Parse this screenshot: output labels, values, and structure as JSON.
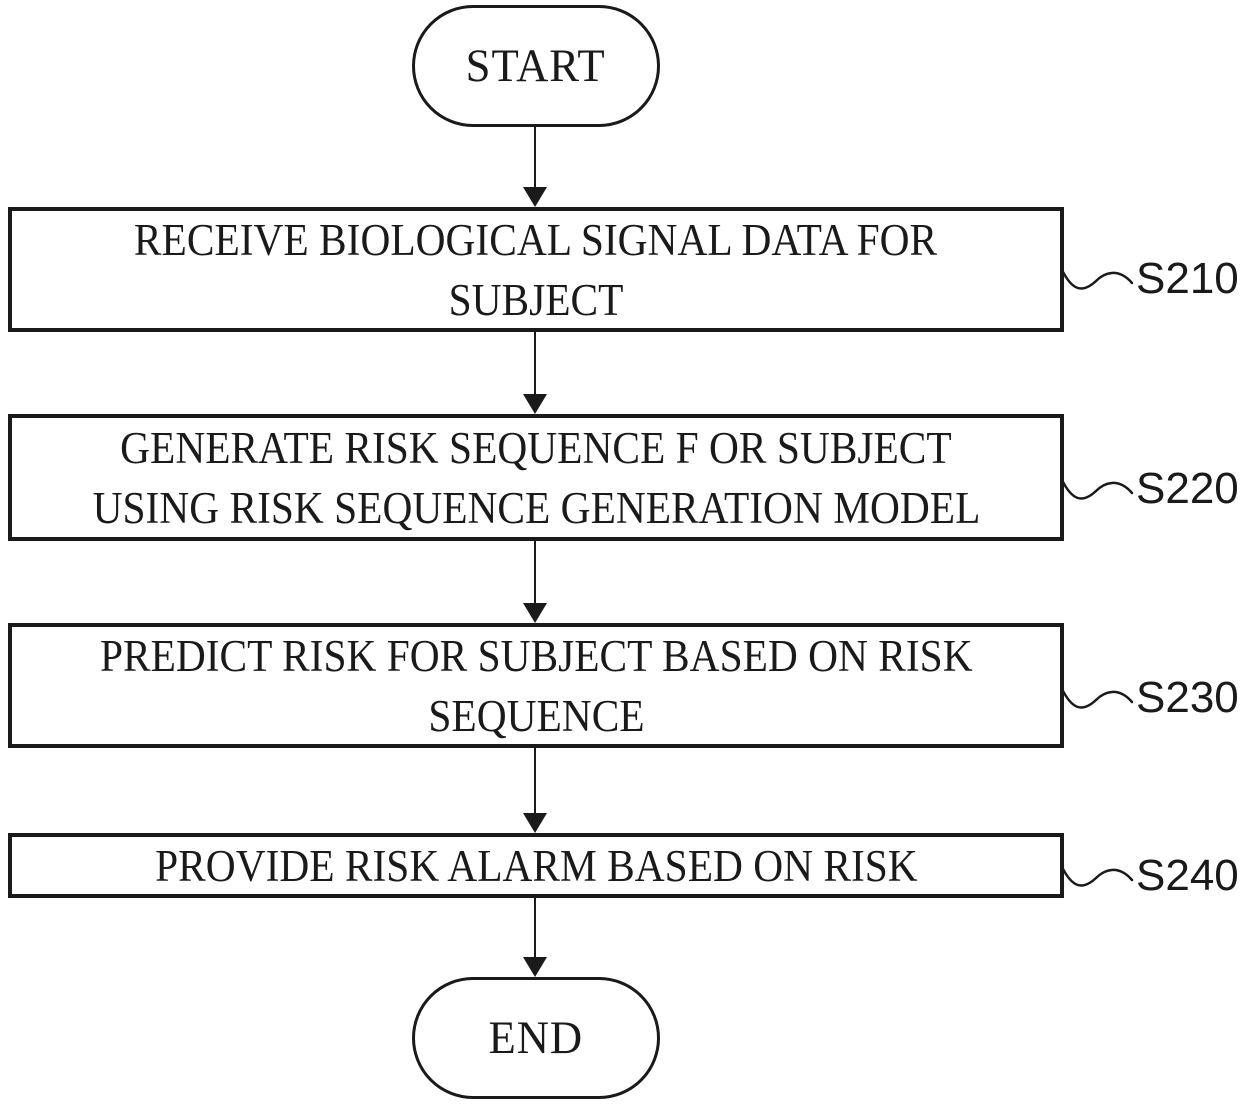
{
  "flowchart": {
    "start_label": "START",
    "end_label": "END",
    "steps": [
      {
        "lines": [
          "RECEIVE BIOLOGICAL SIGNAL DATA FOR",
          "SUBJECT"
        ],
        "ref": "S210"
      },
      {
        "lines": [
          "GENERATE RISK SEQUENCE F OR SUBJECT",
          "USING RISK SEQUENCE GENERATION MODEL"
        ],
        "ref": "S220"
      },
      {
        "lines": [
          "PREDICT RISK FOR SUBJECT BASED ON RISK",
          "SEQUENCE"
        ],
        "ref": "S230"
      },
      {
        "lines": [
          "PROVIDE RISK ALARM BASED ON RISK"
        ],
        "ref": "S240"
      }
    ],
    "colors": {
      "ink": "#1a1a1a",
      "background": "#ffffff"
    }
  }
}
